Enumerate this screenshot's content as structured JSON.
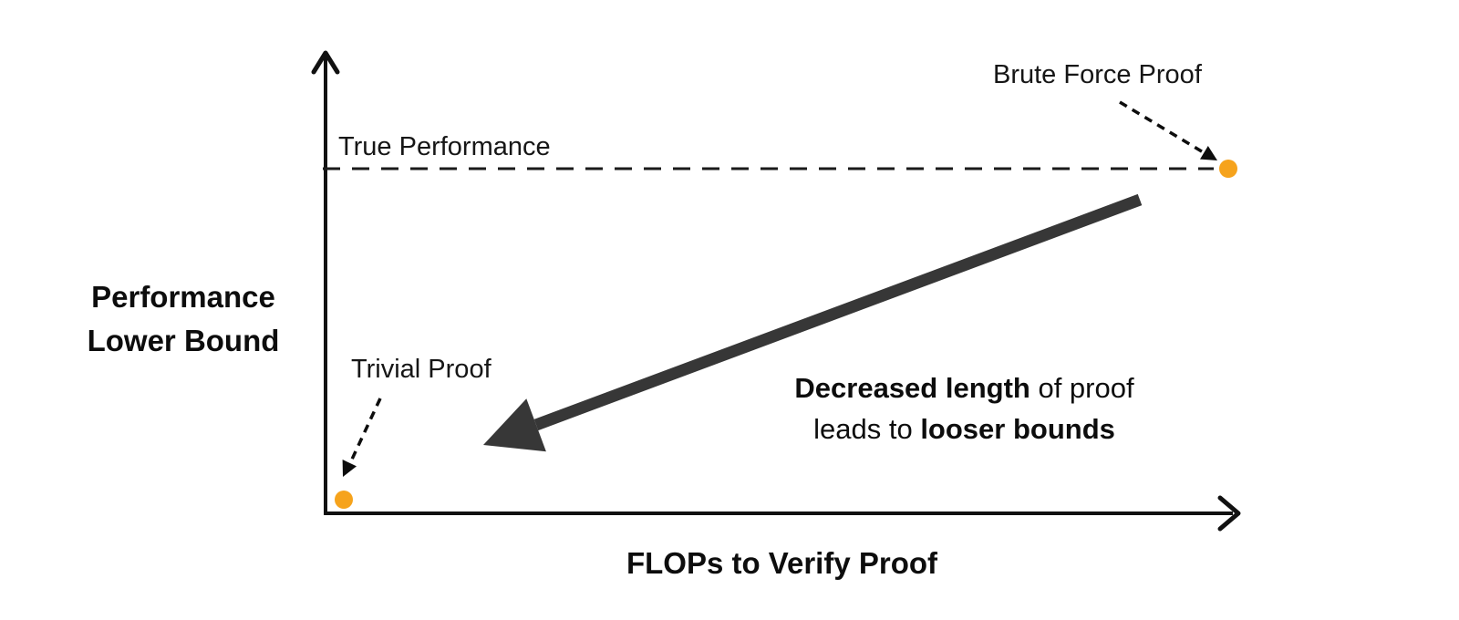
{
  "colors": {
    "background": "#ffffff",
    "ink": "#111111",
    "big_arrow": "#373737",
    "dot": "#f6a31c"
  },
  "y_axis": {
    "label_line1": "Performance",
    "label_line2": "Lower Bound"
  },
  "x_axis": {
    "label": "FLOPs to Verify Proof"
  },
  "reference_line": {
    "label": "True Performance"
  },
  "points": {
    "trivial": {
      "label": "Trivial Proof"
    },
    "brute_force": {
      "label": "Brute Force Proof"
    }
  },
  "annotation": {
    "line1_bold": "Decreased length",
    "line1_rest": " of proof",
    "line2_start": "leads to ",
    "line2_bold": "looser bounds"
  }
}
